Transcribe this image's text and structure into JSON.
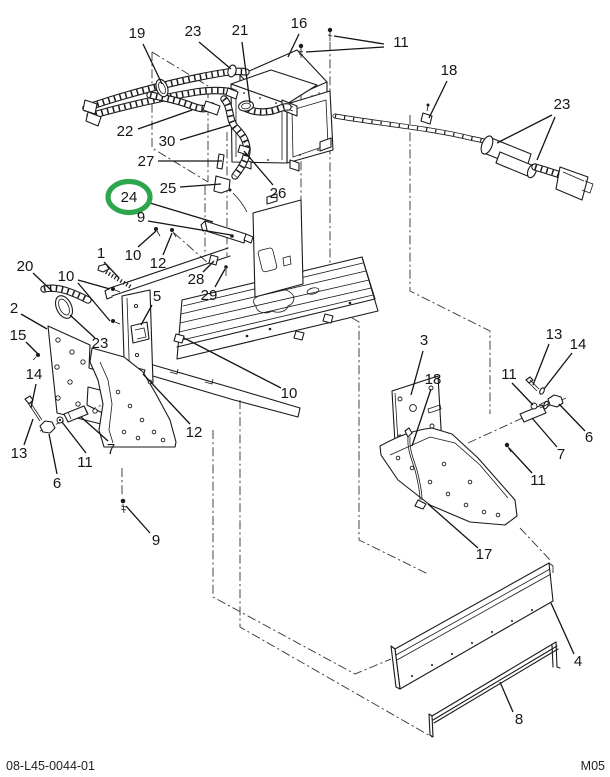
{
  "diagram": {
    "kind": "exploded-parts-diagram",
    "part_number": "08-L45-0044-01",
    "sheet_code": "M05",
    "highlighted_callout": "24",
    "highlight_color": "#2EA64E",
    "line_color": "#1a1a1a",
    "background_color": "#ffffff"
  },
  "callouts": [
    {
      "label": "19"
    },
    {
      "label": "23"
    },
    {
      "label": "21"
    },
    {
      "label": "16"
    },
    {
      "label": "11"
    },
    {
      "label": "18"
    },
    {
      "label": "23"
    },
    {
      "label": "22"
    },
    {
      "label": "30"
    },
    {
      "label": "27"
    },
    {
      "label": "25"
    },
    {
      "label": "26"
    },
    {
      "label": "24"
    },
    {
      "label": "9"
    },
    {
      "label": "1"
    },
    {
      "label": "10"
    },
    {
      "label": "12"
    },
    {
      "label": "28"
    },
    {
      "label": "29"
    },
    {
      "label": "5"
    },
    {
      "label": "20"
    },
    {
      "label": "10"
    },
    {
      "label": "2"
    },
    {
      "label": "15"
    },
    {
      "label": "23"
    },
    {
      "label": "14"
    },
    {
      "label": "13"
    },
    {
      "label": "6"
    },
    {
      "label": "11"
    },
    {
      "label": "7"
    },
    {
      "label": "10"
    },
    {
      "label": "12"
    },
    {
      "label": "3"
    },
    {
      "label": "18"
    },
    {
      "label": "13"
    },
    {
      "label": "14"
    },
    {
      "label": "11"
    },
    {
      "label": "6"
    },
    {
      "label": "7"
    },
    {
      "label": "11"
    },
    {
      "label": "17"
    },
    {
      "label": "9"
    },
    {
      "label": "4"
    },
    {
      "label": "8"
    }
  ]
}
